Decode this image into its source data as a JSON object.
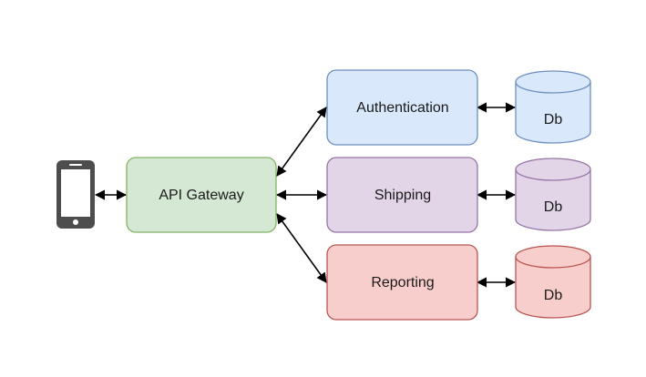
{
  "diagram": {
    "client": {
      "icon": "smartphone-icon",
      "color": "#4d4d4d"
    },
    "gateway": {
      "label": "API Gateway",
      "fill": "#d5e8d4",
      "stroke": "#82b366"
    },
    "services": [
      {
        "label": "Authentication",
        "fill": "#dae8fc",
        "stroke": "#6c8ebf",
        "db_label": "Db"
      },
      {
        "label": "Shipping",
        "fill": "#e1d5e7",
        "stroke": "#9673a6",
        "db_label": "Db"
      },
      {
        "label": "Reporting",
        "fill": "#f8cecc",
        "stroke": "#b85450",
        "db_label": "Db"
      }
    ]
  }
}
